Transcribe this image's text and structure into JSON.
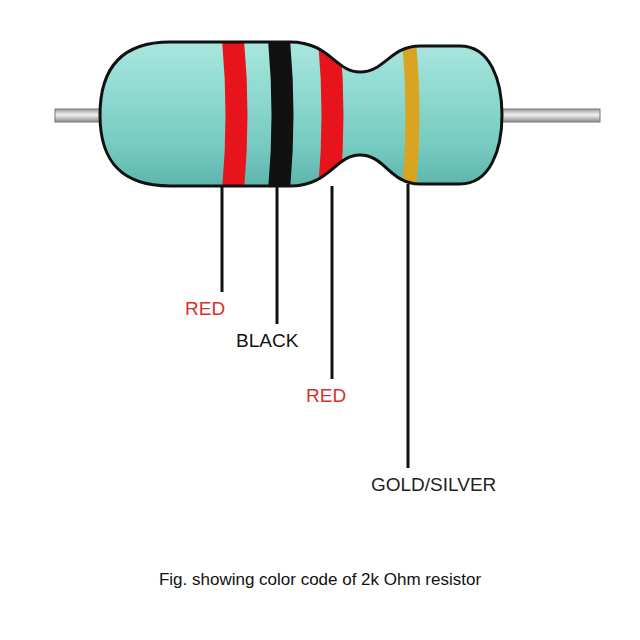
{
  "diagram": {
    "caption": "Fig. showing color code of 2k Ohm resistor",
    "labels": [
      "RED",
      "BLACK",
      "RED",
      "GOLD/SILVER"
    ]
  }
}
